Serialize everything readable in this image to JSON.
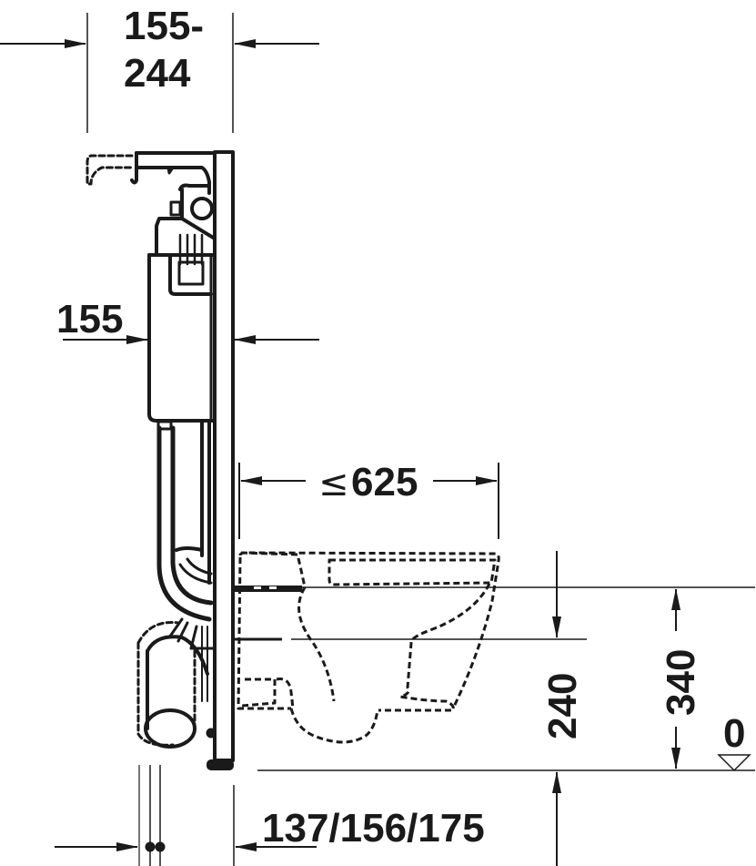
{
  "drawing": {
    "type": "installation-dimension-drawing",
    "subject": "wall-hung toilet with concealed cistern frame (side view)",
    "units": "mm",
    "stroke_color": "#1a1a1a",
    "background": "#ffffff"
  },
  "dimensions": {
    "frame_depth_range": {
      "line1": "155-",
      "line2": "244",
      "label": "155-244"
    },
    "cistern_depth": {
      "label": "155"
    },
    "bowl_projection": {
      "prefix": "≤",
      "value": "625",
      "label": "≤ 625"
    },
    "outlet_height": {
      "label": "240"
    },
    "seat_height": {
      "label": "340"
    },
    "floor_level": {
      "label": "0"
    },
    "wall_offsets": {
      "label": "137/156/175"
    }
  },
  "symbols": {
    "floor_marker": "triangle-down",
    "arrow_style": "filled-triangle"
  }
}
